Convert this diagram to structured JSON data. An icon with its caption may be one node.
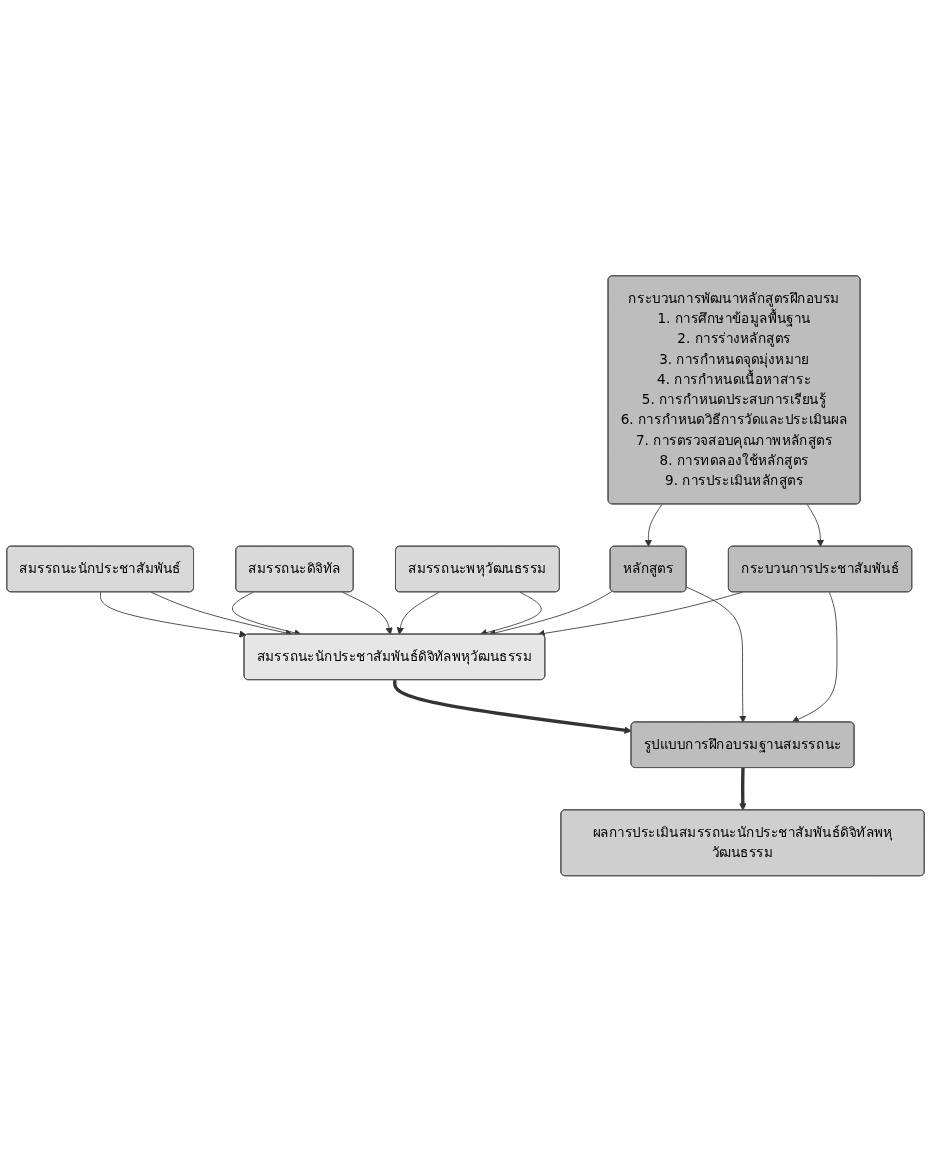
{
  "diagram": {
    "nodes": [
      {
        "text": [
          "กระบวนการพัฒนาหลักสูตรฝึกอบรม",
          "1. การศึกษาข้อมูลพื้นฐาน",
          "2. การร่างหลักสูตร",
          "3. การกำหนดจุดมุ่งหมาย",
          "4. การกำหนดเนื้อหาสาระ",
          "5. การกำหนดประสบการเรียนรู้",
          "6. การกำหนดวิธีการวัดและประเมินผล",
          "7. การตรวจสอบคุณภาพหลักสูตร",
          "8. การทดลองใช้หลักสูตร",
          "9. การประเมินหลักสูตร"
        ]
      },
      {
        "text": [
          "หลักสูตร"
        ]
      },
      {
        "text": [
          "กระบวนการประชาสัมพันธ์"
        ]
      },
      {
        "text": [
          "สมรรถนะนักประชาสัมพันธ์"
        ]
      },
      {
        "text": [
          "สมรรถนะดิจิทัล"
        ]
      },
      {
        "text": [
          "สมรรถนะพหุวัฒนธรรม"
        ]
      },
      {
        "text": [
          "สมรรถนะนักประชาสัมพันธ์ดิจิทัลพหุวัฒนธรรม"
        ]
      },
      {
        "text": [
          "รูปแบบการฝึกอบรมฐานสมรรถนะ"
        ]
      },
      {
        "text": [
          "ผลการประเมินสมรรถนะนักประชาสัมพันธ์ดิจิทัลพหุวัฒนธรรม"
        ]
      }
    ],
    "edges": [
      {
        "from": 0,
        "to": 1,
        "arrow": "to"
      },
      {
        "from": 0,
        "to": 2,
        "arrow": "to"
      },
      {
        "from": 3,
        "to": 6,
        "arrow": "to"
      },
      {
        "from": 3,
        "to": 6,
        "arrow": "to"
      },
      {
        "from": 4,
        "to": 6,
        "arrow": "to"
      },
      {
        "from": 4,
        "to": 6,
        "arrow": "to"
      },
      {
        "from": 5,
        "to": 6,
        "arrow": "to"
      },
      {
        "from": 5,
        "to": 6,
        "arrow": "to"
      },
      {
        "from": 1,
        "to": 6,
        "arrow": "to"
      },
      {
        "from": 2,
        "to": 6,
        "arrow": "to"
      },
      {
        "from": 6,
        "to": 7,
        "arrow": "to",
        "style": "thick"
      },
      {
        "from": 1,
        "to": 7,
        "arrow": "to"
      },
      {
        "from": 2,
        "to": 7,
        "arrow": "to"
      },
      {
        "from": 7,
        "to": 8,
        "arrow": "to",
        "style": "thick"
      }
    ]
  }
}
